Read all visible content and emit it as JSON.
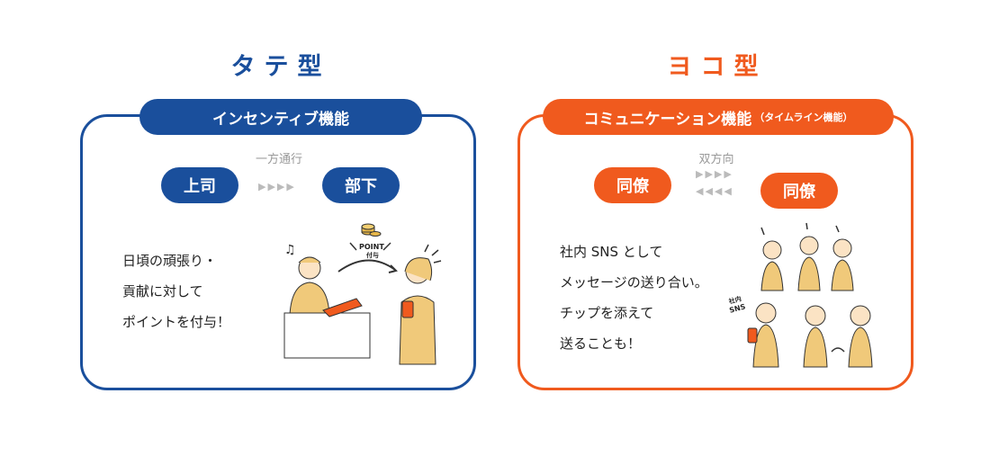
{
  "left": {
    "title": "タテ型",
    "ribbon": "インセンティブ機能",
    "from": "上司",
    "flow_label": "一方通行",
    "to": "部下",
    "arrows": "▶▶▶▶",
    "text": [
      "日頃の頑張り・",
      "貢献に対して",
      "ポイントを付与！"
    ],
    "badge_text": "POINT",
    "badge_sub": "付与",
    "colors": {
      "accent": "#1a4f9c"
    }
  },
  "right": {
    "title": "ヨコ型",
    "ribbon": "コミュニケーション機能",
    "ribbon_small": "（タイムライン機能）",
    "from": "同僚",
    "flow_label": "双方向",
    "to": "同僚",
    "arrows_forward": "▶▶▶▶",
    "arrows_back": "◀◀◀◀",
    "text": [
      "社内 SNS として",
      "メッセージの送り合い。",
      "チップを添えて",
      "送ることも！"
    ],
    "phone_label": "社内\nSNS",
    "colors": {
      "accent": "#f05a1e"
    }
  }
}
